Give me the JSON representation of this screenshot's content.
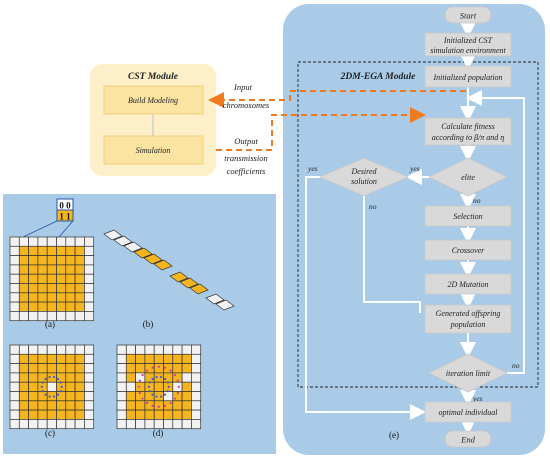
{
  "cst": {
    "title": "CST Module",
    "build": "Build Modeling",
    "sim": "Simulation"
  },
  "arrows": {
    "input_l1": "Input",
    "input_l2": "chromosomes",
    "output_l1": "Output",
    "output_l2": "transmission",
    "output_l3": "coefficients"
  },
  "panel_labels": {
    "a": "(a)",
    "b": "(b)",
    "c": "(c)",
    "d": "(d)",
    "e": "(e)"
  },
  "bits": {
    "top": "0 0",
    "bottom": "1 1"
  },
  "flow": {
    "start": "Start",
    "init_cst_l1": "Initialized CST",
    "init_cst_l2": "simulation environment",
    "module": "2DM-EGA Module",
    "init_pop": "Initialized population",
    "fitness_l1": "Calculate fitness",
    "fitness_l2": "according to β/π and η",
    "desired_l1": "Desired",
    "desired_l2": "solution",
    "elite": "elite",
    "yes_left": "yes",
    "yes_mid": "yes",
    "no_left": "no",
    "no_mid": "no",
    "selection": "Selection",
    "crossover": "Crossover",
    "mutation": "2D Mutation",
    "offspring_l1": "Generated offspring",
    "offspring_l2": "population",
    "iteration": "iteration limit",
    "yes_bottom": "yes",
    "no_right": "no",
    "optimal": "optimal individual",
    "end": "End"
  },
  "colors": {
    "panel_blue": "#a9cbe8",
    "cst_yellow": "#fdf0c8",
    "cell_yellow": "#f5b51e",
    "orange_arrow": "#f07a1e"
  }
}
